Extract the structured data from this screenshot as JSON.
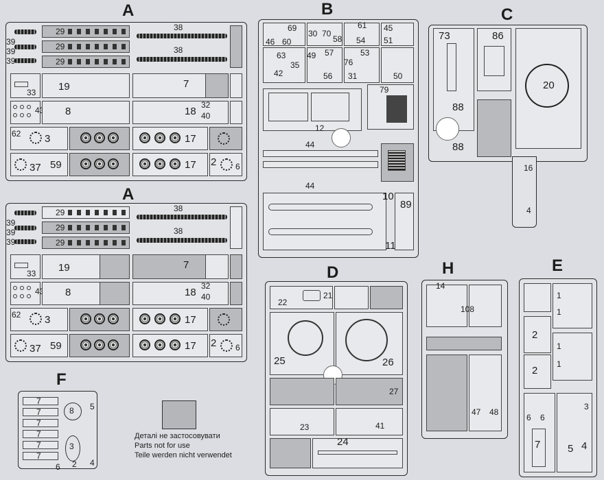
{
  "sprues": {
    "a_top": {
      "letter": "A"
    },
    "a_bottom": {
      "letter": "A"
    },
    "b": {
      "letter": "B"
    },
    "c": {
      "letter": "C"
    },
    "d": {
      "letter": "D"
    },
    "h": {
      "letter": "H"
    },
    "e": {
      "letter": "E"
    },
    "f": {
      "letter": "F"
    }
  },
  "parts_a": {
    "p39": "39",
    "p29": "29",
    "p38": "38",
    "p33": "33",
    "p19": "19",
    "p7": "7",
    "p43": "43",
    "p8": "8",
    "p18": "18",
    "p32": "32",
    "p40": "40",
    "p62": "62",
    "p3": "3",
    "p17": "17",
    "p37": "37",
    "p59": "59",
    "p2": "2",
    "p6": "6"
  },
  "parts_b": {
    "p69": "69",
    "p46": "46",
    "p60": "60",
    "p30": "30",
    "p70": "70",
    "p58": "58",
    "p61": "61",
    "p54": "54",
    "p45": "45",
    "p51": "51",
    "p63": "63",
    "p42": "42",
    "p49": "49",
    "p35": "35",
    "p57": "57",
    "p53": "53",
    "p76": "76",
    "p56": "56",
    "p31": "31",
    "p50": "50",
    "p79": "79",
    "p12": "12",
    "p44": "44",
    "p10": "10",
    "p89": "89",
    "p11": "11"
  },
  "parts_c": {
    "p73": "73",
    "p86": "86",
    "p20": "20",
    "p88": "88",
    "p16": "16",
    "p4": "4"
  },
  "parts_d": {
    "p22": "22",
    "p21": "21",
    "p25": "25",
    "p26": "26",
    "p27": "27",
    "p23": "23",
    "p41": "41",
    "p24": "24"
  },
  "parts_h": {
    "p14": "14",
    "p108": "108",
    "p47": "47",
    "p48": "48"
  },
  "parts_e": {
    "p1": "1",
    "p2": "2",
    "p6": "6",
    "p3": "3",
    "p7": "7",
    "p5": "5",
    "p4": "4"
  },
  "parts_f": {
    "p7": "7",
    "p8": "8",
    "p5": "5",
    "p3": "3",
    "p2": "2",
    "p4": "4",
    "p6": "6"
  },
  "legend": {
    "line_ua": "Деталі не застосовувати",
    "line_en": "Parts not for use",
    "line_de": "Teile werden nicht verwendet",
    "swatch_color": "#b5b6ba"
  }
}
